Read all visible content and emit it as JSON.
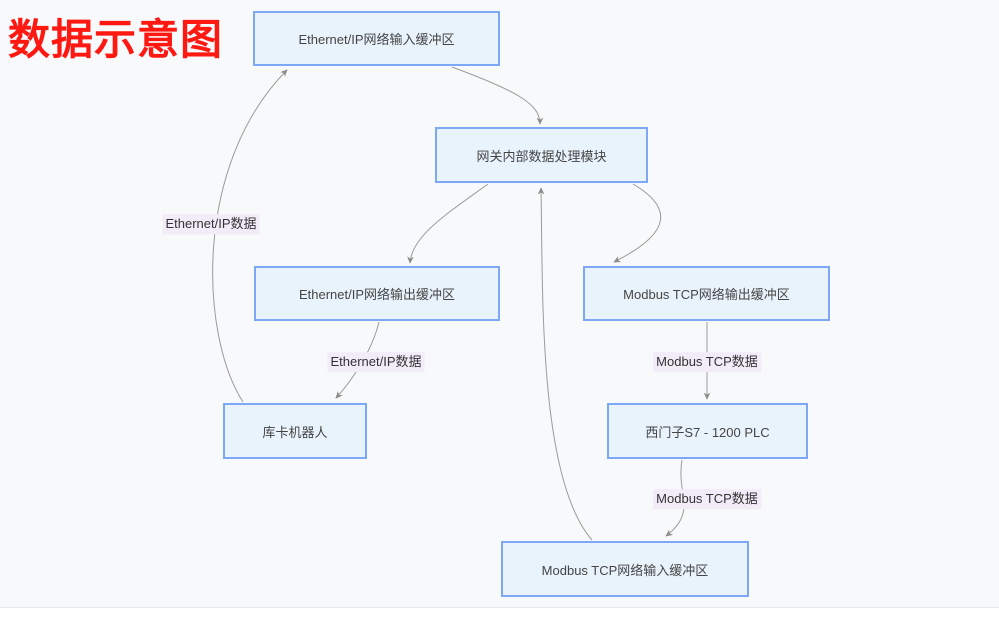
{
  "title": "数据示意图",
  "nodes": {
    "eip_in": {
      "label": "Ethernet/IP网络输入缓冲区"
    },
    "gateway": {
      "label": "网关内部数据处理模块"
    },
    "eip_out": {
      "label": "Ethernet/IP网络输出缓冲区"
    },
    "modbus_out": {
      "label": "Modbus TCP网络输出缓冲区"
    },
    "robot": {
      "label": "库卡机器人"
    },
    "plc": {
      "label": "西门子S7 - 1200 PLC"
    },
    "modbus_in": {
      "label": "Modbus TCP网络输入缓冲区"
    }
  },
  "edge_labels": {
    "robot_to_eip_in": "Ethernet/IP数据",
    "eip_out_to_robot": "Ethernet/IP数据",
    "modbus_out_to_plc": "Modbus TCP数据",
    "plc_to_modbus_in": "Modbus TCP数据"
  },
  "edges": [
    {
      "from": "库卡机器人",
      "to": "Ethernet/IP网络输入缓冲区",
      "label": "Ethernet/IP数据"
    },
    {
      "from": "Ethernet/IP网络输入缓冲区",
      "to": "网关内部数据处理模块",
      "label": ""
    },
    {
      "from": "网关内部数据处理模块",
      "to": "Ethernet/IP网络输出缓冲区",
      "label": ""
    },
    {
      "from": "网关内部数据处理模块",
      "to": "Modbus TCP网络输出缓冲区",
      "label": ""
    },
    {
      "from": "Ethernet/IP网络输出缓冲区",
      "to": "库卡机器人",
      "label": "Ethernet/IP数据"
    },
    {
      "from": "Modbus TCP网络输出缓冲区",
      "to": "西门子S7 - 1200 PLC",
      "label": "Modbus TCP数据"
    },
    {
      "from": "西门子S7 - 1200 PLC",
      "to": "Modbus TCP网络输入缓冲区",
      "label": "Modbus TCP数据"
    },
    {
      "from": "Modbus TCP网络输入缓冲区",
      "to": "网关内部数据处理模块",
      "label": ""
    }
  ],
  "colors": {
    "title": "#fe1812",
    "node_fill": "#e8f3fc",
    "node_border": "#7ea7f6",
    "node_text": "#454545",
    "edge": "#9b9b9b",
    "arrowhead": "#8c8c8c",
    "edge_label_bg": "#f2ecf9",
    "canvas_bg": "#f8f9fa",
    "divider": "#e7e9ec"
  }
}
